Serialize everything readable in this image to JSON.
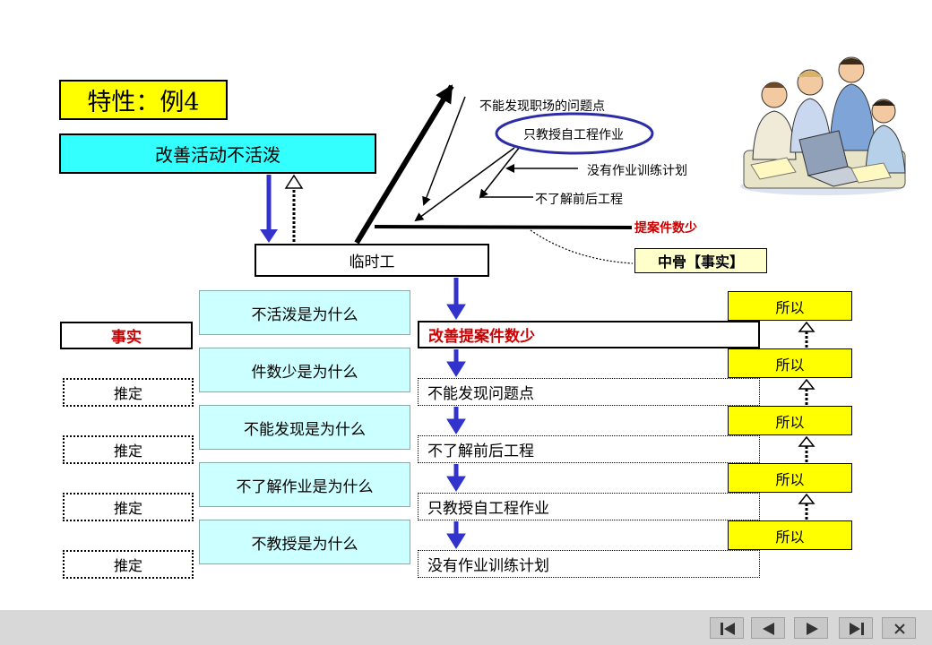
{
  "title": "特性：例4",
  "effect": "改善活动不活泼",
  "worker": "临时工",
  "bone_labels": {
    "l1": "不能发现职场的问题点",
    "l2": "只教授自工程作业",
    "l3": "没有作业训练计划",
    "l4": "不了解前后工程",
    "l5": "提案件数少"
  },
  "middle_bone": "中骨【事实】",
  "questions": [
    "不活泼是为什么",
    "件数少是为什么",
    "不能发现是为什么",
    "不了解作业是为什么",
    "不教授是为什么"
  ],
  "fact_label": "事实",
  "estimate_label": "推定",
  "answers": [
    "改善提案件数少",
    "不能发现问题点",
    "不了解前后工程",
    "只教授自工程作业",
    "没有作业训练计划"
  ],
  "so_label": "所以",
  "colors": {
    "arrow_blue": "#3333cc",
    "title_bg": "#ffff00",
    "effect_bg": "#33ffff",
    "question_bg": "#ccffff",
    "fact_red": "#cc0000",
    "bone_bg": "#ffffcc"
  },
  "nav_icons": [
    "first-slide-icon",
    "prev-slide-icon",
    "next-slide-icon",
    "last-slide-icon",
    "close-icon"
  ]
}
